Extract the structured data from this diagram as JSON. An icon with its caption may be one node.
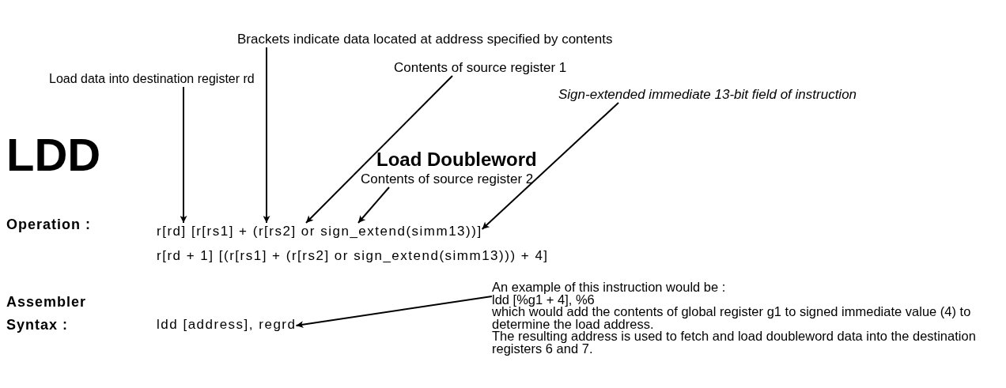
{
  "diagram": {
    "nodes": [
      {
        "text": [
          "Brackets indicate data located at address specified by contents"
        ]
      },
      {
        "text": [
          "Contents of source register 1"
        ]
      },
      {
        "text": [
          "Load data into destination register rd"
        ]
      },
      {
        "text": [
          "Sign-extended immediate 13-bit field of instruction"
        ]
      },
      {
        "text": [
          "Contents of source register 2"
        ]
      },
      {
        "text": [
          "r[rd] [r[rs1] + (r[rs2] or sign_extend(simm13))]"
        ]
      },
      {
        "text": [
          "ldd [address], regrd"
        ]
      },
      {
        "text": [
          "An example of this instruction would be :",
          "ldd [%g1 + 4], %6",
          "which would add the contents of global register g1 to signed immediate value (4) to determine the load address.",
          "The resulting address is used to fetch and load doubleword data into the destination registers 6 and 7."
        ]
      }
    ],
    "edges": [
      {
        "from": 2,
        "to": 5,
        "arrow": "to"
      },
      {
        "from": 0,
        "to": 5,
        "arrow": "to"
      },
      {
        "from": 1,
        "to": 5,
        "arrow": "to"
      },
      {
        "from": 4,
        "to": 5,
        "arrow": "to"
      },
      {
        "from": 3,
        "to": 5,
        "arrow": "to"
      },
      {
        "from": 7,
        "to": 6,
        "arrow": "to"
      }
    ],
    "labels": [
      "LDD",
      "Load Doubleword",
      "Operation :",
      "r[rd + 1] [(r[rs1] + (r[rs2] or sign_extend(simm13))) + 4]",
      "Assembler Syntax :"
    ]
  }
}
